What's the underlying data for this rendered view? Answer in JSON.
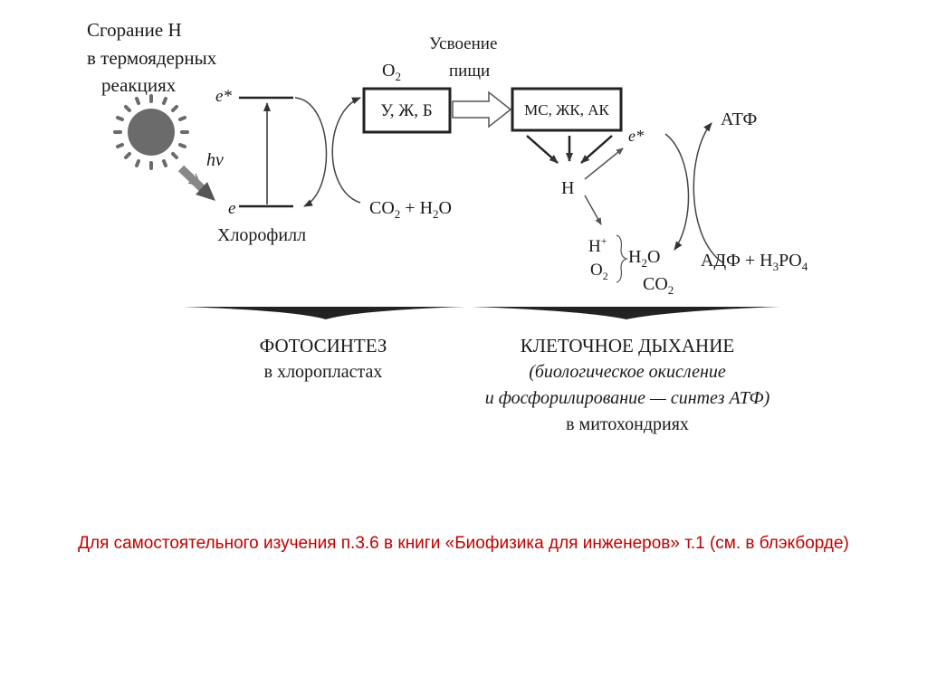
{
  "diagram": {
    "sun_label": [
      "Сгорание Н",
      "в термоядерных",
      "реакциях"
    ],
    "hv": "hv",
    "e_star": "e*",
    "e": "e",
    "chlorophyll": "Хлорофилл",
    "o2_top": "O",
    "o2_top_sub": "2",
    "box1": "У, Ж, Б",
    "assimilation": [
      "Усвоение",
      "пищи"
    ],
    "box2": "МС, ЖК, АК",
    "co2_h2o": {
      "a": "CO",
      "a_sub": "2",
      "b": " + H",
      "b_sub": "2",
      "c": "O"
    },
    "h_center": "H",
    "e_star_right": "e*",
    "atf": "АТФ",
    "h_plus": "H",
    "h_plus_sup": "+",
    "o2_bottom": "O",
    "o2_bottom_sub": "2",
    "h2o_bottom": {
      "a": "H",
      "a_sub": "2",
      "b": "O"
    },
    "adf": {
      "a": "АДФ + H",
      "a_sub": "3",
      "b": "PO",
      "b_sub": "4"
    },
    "co2_bottom": {
      "a": "CO",
      "a_sub": "2"
    },
    "photosynthesis_title": "ФОТОСИНТЕЗ",
    "photosynthesis_sub": "в хлоропластах",
    "respiration_title": "КЛЕТОЧНОЕ ДЫХАНИЕ",
    "respiration_line2": "(биологическое окисление",
    "respiration_line3": "и фосфорилирование — синтез АТФ)",
    "respiration_line4": "в митохондриях"
  },
  "note": {
    "text": "Для самостоятельного изучения п.3.6 в книги «Биофизика для инженеров» т.1 (см. в блэкборде)",
    "color": "#c00000"
  }
}
